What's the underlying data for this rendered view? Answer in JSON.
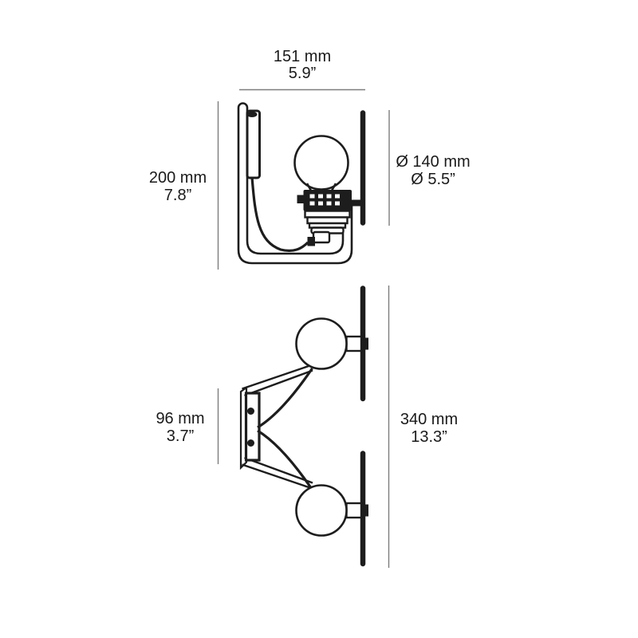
{
  "drawing": {
    "type": "technical-dimension-diagram",
    "subject": "wall-lamp",
    "views": [
      "side-view",
      "plan-view"
    ],
    "colors": {
      "background": "#ffffff",
      "line": "#1d1d1d",
      "dimension_line": "#7d7d7d",
      "text": "#1a1a1a"
    }
  },
  "dimensions": {
    "width": {
      "metric": "151 mm",
      "imperial": "5.9”"
    },
    "height": {
      "metric": "200 mm",
      "imperial": "7.8”"
    },
    "diameter": {
      "metric": "Ø 140 mm",
      "imperial": "Ø 5.5”"
    },
    "bracket": {
      "metric": "96 mm",
      "imperial": "3.7”"
    },
    "overall": {
      "metric": "340 mm",
      "imperial": "13.3”"
    }
  }
}
